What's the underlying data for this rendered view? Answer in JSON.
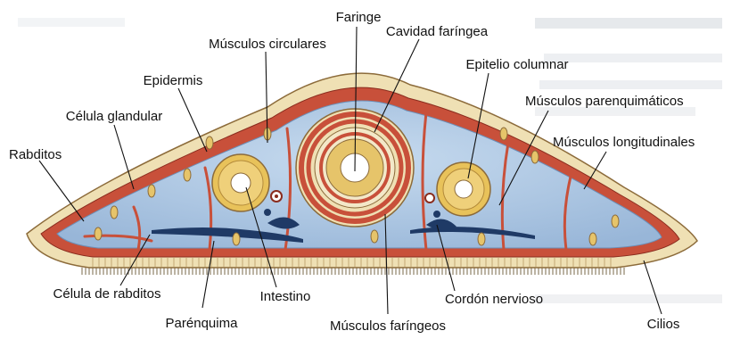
{
  "labels": {
    "faringe": "Faringe",
    "cavidad_faringea": "Cavidad faríngea",
    "musculos_circulares": "Músculos circulares",
    "epitelio_columnar": "Epitelio columnar",
    "epidermis": "Epidermis",
    "musculos_parenquimaticos": "Músculos parenquimáticos",
    "celula_glandular": "Célula glandular",
    "musculos_longitudinales": "Músculos longitudinales",
    "rabditos": "Rabditos",
    "celula_de_rabditos": "Célula de rabditos",
    "intestino": "Intestino",
    "cordon_nervioso": "Cordón nervioso",
    "parenquima": "Parénquima",
    "musculos_faringeos": "Músculos faríngeos",
    "cilios": "Cilios"
  },
  "colors": {
    "epidermis_fill": "#efe0b4",
    "muscle_red": "#c8503a",
    "muscle_dark": "#a63a28",
    "parenchyma_blue": "#a9c4e0",
    "parenchyma_light": "#c4d8ec",
    "nerve": "#1f3a66",
    "gland_yellow": "#e8c25a",
    "background_text": "#b9c0c8"
  }
}
